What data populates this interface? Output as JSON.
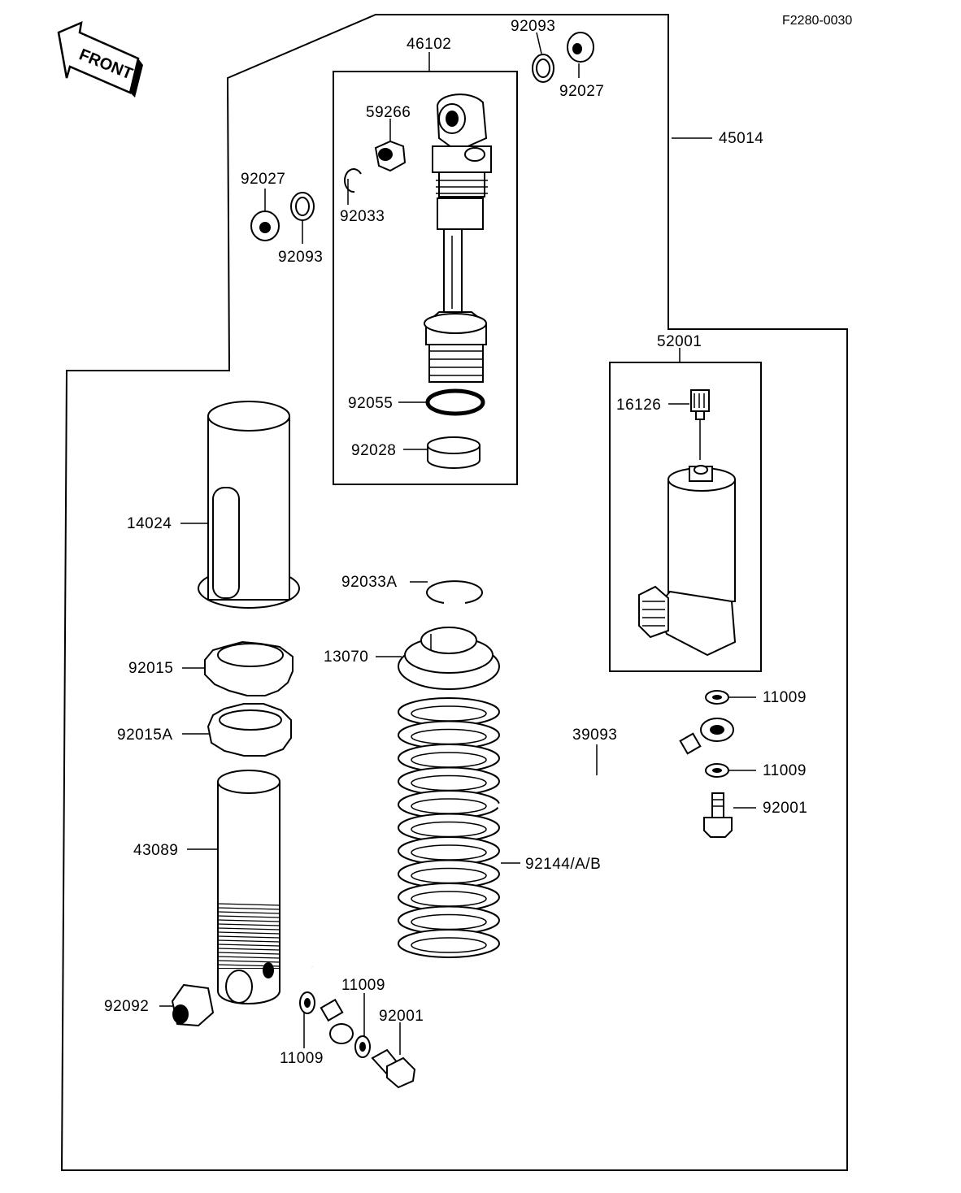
{
  "reference_code": "F2280-0030",
  "front_label": "FRONT",
  "labels": {
    "p45014": "45014",
    "p46102": "46102",
    "p92093_top": "92093",
    "p92027_top": "92027",
    "p59266": "59266",
    "p92027_left": "92027",
    "p92033": "92033",
    "p92093_left": "92093",
    "p92055": "92055",
    "p92028": "92028",
    "p52001": "52001",
    "p16126": "16126",
    "p14024": "14024",
    "p92033A": "92033A",
    "p13070": "13070",
    "p92015": "92015",
    "p92015A": "92015A",
    "p11009_right1": "11009",
    "p39093": "39093",
    "p11009_right2": "11009",
    "p92001_right": "92001",
    "p43089": "43089",
    "p92144": "92144/A/B",
    "p92092": "92092",
    "p11009_bottom_mid": "11009",
    "p92001_bottom": "92001",
    "p11009_bottom_left": "11009"
  },
  "icons": [
    "front-arrow-icon"
  ]
}
